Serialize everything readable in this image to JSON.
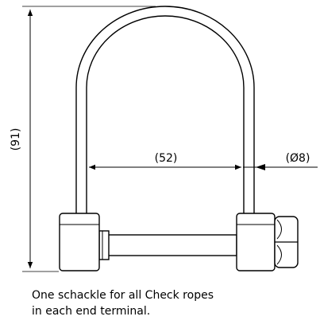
{
  "dimensions": {
    "height": "(91)",
    "inner_width": "(52)",
    "rod_diameter": "(Ø8)"
  },
  "caption": {
    "line1": "One schackle for all Check ropes",
    "line2": "in each end terminal."
  },
  "colors": {
    "stroke": "#000000",
    "fill": "#ffffff"
  }
}
